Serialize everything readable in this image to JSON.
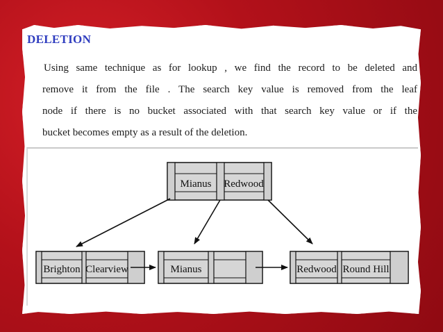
{
  "slide": {
    "heading": "DELETION",
    "paragraph_lines": [
      "Using same technique as for lookup , we find the record to be deleted and",
      "remove it from the file . The search key value is removed from the leaf",
      "node if there is no bucket associated with that search key value or if the",
      "bucket becomes empty as a result of the deletion."
    ]
  },
  "diagram": {
    "root": {
      "keys": [
        "Mianus",
        "Redwood"
      ]
    },
    "leaves": [
      {
        "keys": [
          "Brighton",
          "Clearview"
        ]
      },
      {
        "keys": [
          "Mianus",
          ""
        ]
      },
      {
        "keys": [
          "Redwood",
          "Round Hill"
        ]
      }
    ]
  },
  "colors": {
    "frame": "#b9101a",
    "heading": "#2f3dbf",
    "node_fill": "#d6d6d6",
    "text": "#1b1b1b"
  }
}
